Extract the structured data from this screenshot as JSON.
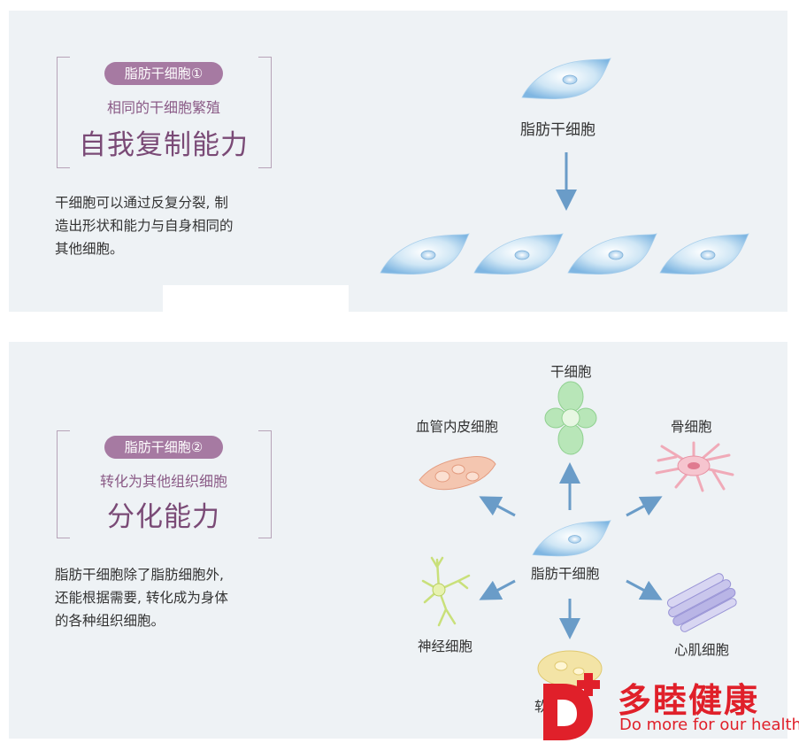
{
  "section1": {
    "tag": "脂肪干细胞①",
    "subtitle": "相同的干细胞繁殖",
    "title": "自我复制能力",
    "desc_lines": [
      "干细胞可以通过反复分裂, 制",
      "造出形状和能力与自身相同的",
      "其他细胞。"
    ],
    "diagram": {
      "source_label": "脂肪干细胞",
      "copies": 4
    }
  },
  "section2": {
    "tag": "脂肪干细胞②",
    "subtitle": "转化为其他组织细胞",
    "title": "分化能力",
    "desc_lines": [
      "脂肪干细胞除了脂肪细胞外,",
      "还能根据需要, 转化成为身体",
      "的各种组织细胞。"
    ],
    "diagram": {
      "center_label": "脂肪干细胞",
      "targets": {
        "stem": "干细胞",
        "vascular": "血管内皮细胞",
        "bone": "骨细胞",
        "nerve": "神经细胞",
        "cardiac": "心肌细胞",
        "cartilage": "软骨细胞"
      }
    }
  },
  "logo": {
    "brand": "多睦健康",
    "slogan": "Do more for our health"
  },
  "colors": {
    "accent_purple": "#a67aa2",
    "title_purple": "#7a4a76",
    "arrow_blue": "#6a9cc8",
    "logo_red": "#e0202a",
    "panel_bg": "#eef2f5"
  }
}
